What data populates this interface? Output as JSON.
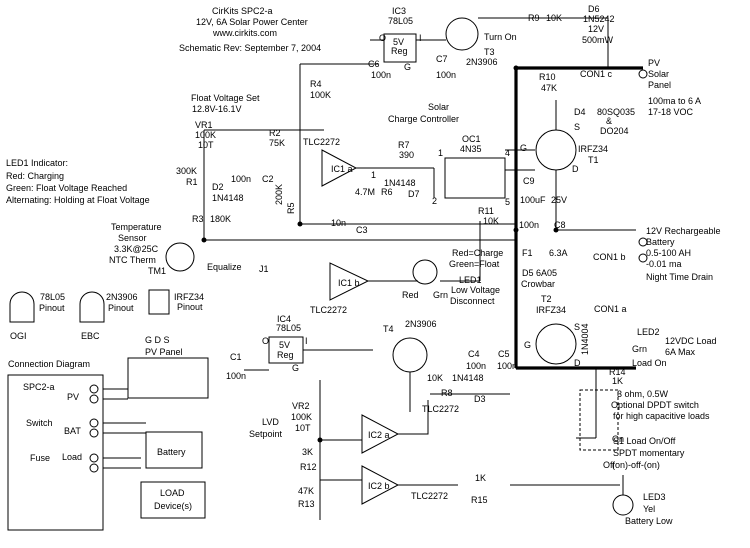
{
  "header": {
    "line1": "CirKits SPC2-a",
    "line2": "12V, 6A Solar Power Center",
    "line3": "www.cirkits.com",
    "line4": "Schematic Rev: September 7, 2004"
  },
  "ic3": {
    "ref": "IC3",
    "part": "78L05",
    "box": "5V",
    "box2": "Reg",
    "pin_in": "I",
    "pin_out": "O",
    "pin_g": "G"
  },
  "ic4": {
    "ref": "IC4",
    "part": "78L05",
    "box": "5V",
    "box2": "Reg",
    "pin_in": "I",
    "pin_out": "O",
    "pin_g": "G"
  },
  "components": {
    "c6": "C6",
    "c6v": "100n",
    "c7": "C7",
    "c7v": "100n",
    "r9": "R9",
    "r9v": "10K",
    "d6": "D6",
    "d6p": "1N5242",
    "d6v": "12V",
    "d6w": "500mW",
    "turn_on": "Turn On",
    "t3": "T3",
    "t3p": "2N3906",
    "r4": "R4",
    "r4v": "100K",
    "float_set": "Float Voltage Set",
    "float_range": "12.8V-16.1V",
    "vr1": "VR1",
    "vr1v": "100K",
    "vr1t": "10T",
    "r2": "R2",
    "r2v": "75K",
    "r1v": "300K",
    "r1": "R1",
    "d2": "D2",
    "d2p": "1N4148",
    "c2v": "100n",
    "c2": "C2",
    "r5v": "200K",
    "r5": "R5",
    "ic1_part": "TLC2272",
    "ic1a": "IC1 a",
    "ic1b": "IC1 b",
    "r6v": "4.7M",
    "r6": "R6",
    "r7": "R7",
    "r7v": "390",
    "oc1": "OC1",
    "oc1p": "4N35",
    "d7p": "1N4148",
    "d7": "D7",
    "r11": "R11",
    "r11v": "10K",
    "c3v": "10n",
    "c3": "C3",
    "r3": "R3",
    "r3v": "180K",
    "solar_cc": "Solar",
    "solar_cc2": "Charge Controller",
    "r10": "R10",
    "r10v": "47K",
    "d4": "D4",
    "d4p": "80SQ035",
    "d4p2": "&",
    "d4p3": "DO204",
    "t1p": "IRFZ34",
    "t1": "T1",
    "c9": "C9",
    "c9v": "100uF",
    "c9w": "25V",
    "c8v": "100n",
    "c8": "C8",
    "f1": "F1",
    "f1v": "6.3A",
    "d5": "D5 6A05",
    "crowbar": "Crowbar",
    "t2": "T2",
    "t2p": "IRFZ34",
    "temp1": "Temperature",
    "temp2": "Sensor",
    "temp3": "3.3K@25C",
    "temp4": "NTC Therm",
    "tm1": "TM1",
    "equalize": "Equalize",
    "j1": "J1",
    "red_charge": "Red=Charge",
    "green_float": "Green=Float",
    "led1": "LED1",
    "red": "Red",
    "grn": "Grn",
    "lvd1": "Low Voltage",
    "lvd2": "Disconnect",
    "t4": "T4",
    "t4p": "2N3906",
    "c4": "C4",
    "c4v": "100n",
    "c5": "C5",
    "c5v": "100n",
    "r8v": "10K",
    "r8": "R8",
    "d3p": "1N4148",
    "d3": "D3",
    "c1": "C1",
    "c1v": "100n",
    "vr2": "VR2",
    "vr2v": "100K",
    "vr2t": "10T",
    "lvd_set1": "LVD",
    "lvd_set2": "Setpoint",
    "r12v": "3K",
    "r12": "R12",
    "r13v": "47K",
    "r13": "R13",
    "ic2_part": "TLC2272",
    "ic2a": "IC2 a",
    "ic2b": "IC2 b",
    "r15v": "1K",
    "r15": "R15",
    "r14v": "1K",
    "r14": "R14",
    "d1": "1N4004",
    "led2": "LED2",
    "led2c": "Grn",
    "load_on": "Load On",
    "ohm1": "3 ohm, 0.5W",
    "ohm2": "Optional DPDT switch",
    "ohm3": "for high capacitive loads",
    "s1": "S1  Load On/Off",
    "s1b": "SPDT momentary",
    "s1c": "(on)-off-(on)",
    "on": "On",
    "off": "Off",
    "led3": "LED3",
    "led3c": "Yel",
    "batt_low": "Battery Low"
  },
  "connectors": {
    "pv": "PV",
    "pv_solar": "Solar",
    "pv_panel": "Panel",
    "pv_range": "100ma to 6 A",
    "pv_voc": "17-18 VOC",
    "con1c": "CON1 c",
    "batt1": "12V Rechargeable",
    "batt2": "Battery",
    "batt3": "0.5-100 AH",
    "batt4": "-0.01 ma",
    "batt5": "Night Time Drain",
    "con1b": "CON1 b",
    "con1a": "CON1 a",
    "load1": "12VDC Load",
    "load2": "6A Max"
  },
  "legend": {
    "led_title": "LED1 Indicator:",
    "led_red": "Red: Charging",
    "led_green": "Green: Float Voltage Reached",
    "led_alt": "Alternating: Holding at Float Voltage"
  },
  "pinouts": {
    "p1": "78L05",
    "p1b": "Pinout",
    "p1c": "OGI",
    "p2": "2N3906",
    "p2b": "Pinout",
    "p2c": "EBC",
    "p3": "IRFZ34",
    "p3b": "Pinout",
    "p3c": "G D S"
  },
  "connection": {
    "title": "Connection Diagram",
    "board": "SPC2-a",
    "pv": "PV",
    "bat": "BAT",
    "load": "Load",
    "switch": "Switch",
    "fuse": "Fuse",
    "pv_panel": "PV Panel",
    "battery": "Battery",
    "load_dev1": "LOAD",
    "load_dev2": "Device(s)"
  }
}
